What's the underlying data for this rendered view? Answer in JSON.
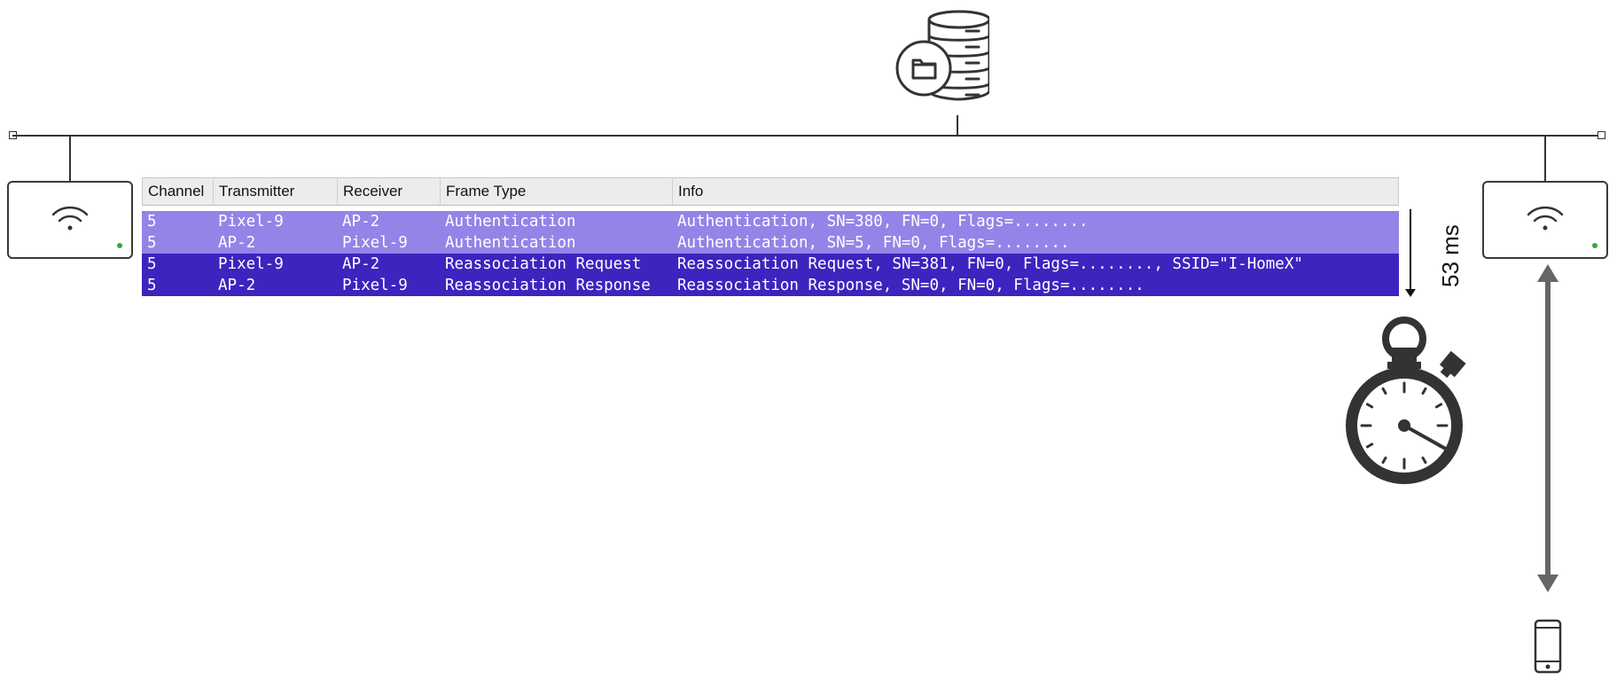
{
  "diagram": {
    "capture": {
      "headers": [
        "Channel",
        "Transmitter",
        "Receiver",
        "Frame Type",
        "Info"
      ],
      "rows": [
        {
          "channel": "5",
          "transmitter": "Pixel-9",
          "receiver": "AP-2",
          "frame_type": "Authentication",
          "info": "Authentication, SN=380, FN=0, Flags=........",
          "highlight": "light"
        },
        {
          "channel": "5",
          "transmitter": "AP-2",
          "receiver": "Pixel-9",
          "frame_type": "Authentication",
          "info": "Authentication, SN=5, FN=0, Flags=........",
          "highlight": "light"
        },
        {
          "channel": "5",
          "transmitter": "Pixel-9",
          "receiver": "AP-2",
          "frame_type": "Reassociation Request",
          "info": "Reassociation Request, SN=381, FN=0, Flags=........, SSID=\"I-HomeX\"",
          "highlight": "dark"
        },
        {
          "channel": "5",
          "transmitter": "AP-2",
          "receiver": "Pixel-9",
          "frame_type": "Reassociation Response",
          "info": "Reassociation Response, SN=0, FN=0, Flags=........",
          "highlight": "dark"
        }
      ]
    },
    "delay_label": "53 ms",
    "colors": {
      "row_light": "#9484e8",
      "row_dark": "#3e23bf",
      "led": "#3aa43a",
      "arrow": "#666666"
    },
    "icons": {
      "server": "database-with-folder-icon",
      "access_point_left": "wifi-access-point-icon",
      "access_point_right": "wifi-access-point-icon",
      "timer": "stopwatch-icon",
      "client": "smartphone-icon",
      "link": "double-headed-arrow-icon"
    }
  }
}
